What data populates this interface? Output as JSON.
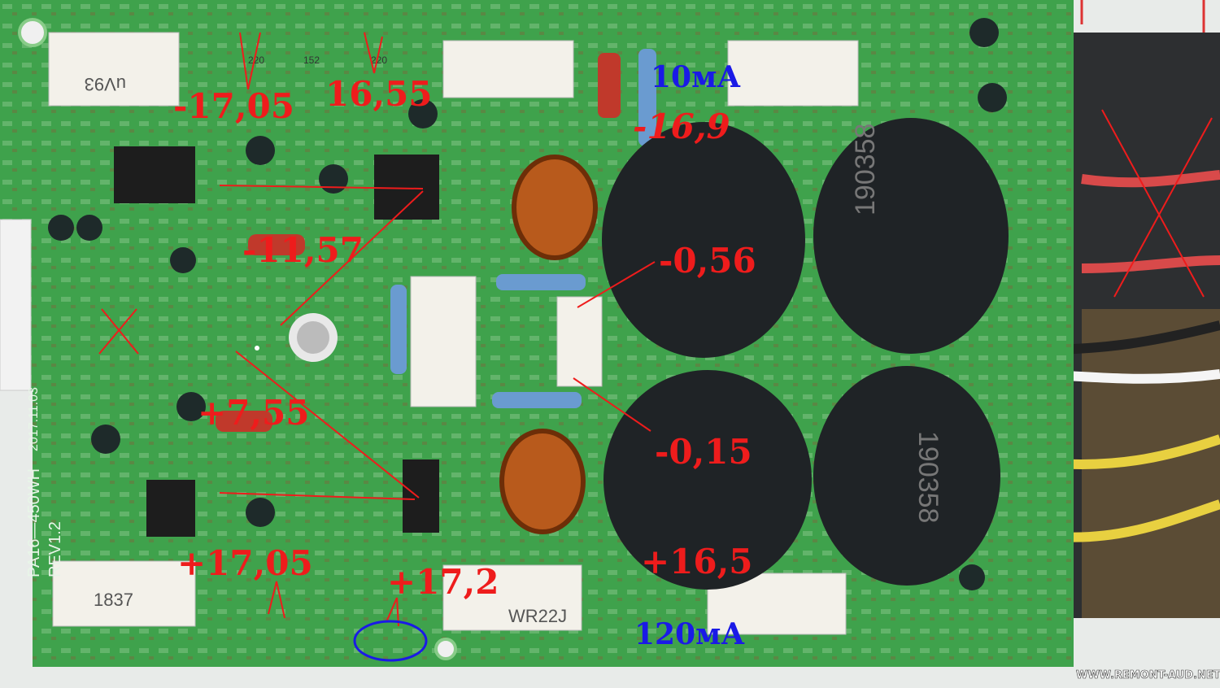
{
  "photo": {
    "subject": "amplifier-pcb",
    "board_silkscreen": {
      "model": "PA16—450WH",
      "revision": "REV1.2",
      "date": "2017.11.03"
    },
    "component_markings": [
      "uV93",
      "1837",
      "WR22J",
      "190358",
      "190358",
      "220",
      "152",
      "220"
    ],
    "watermark": "WWW.REMONT-AUD.NET"
  },
  "annotations": {
    "voltages": [
      {
        "label": "-17,05",
        "color": "#ee1c1c"
      },
      {
        "label": "16,55",
        "color": "#ee1c1c"
      },
      {
        "label": "-16,9",
        "color": "#ee1c1c"
      },
      {
        "label": "-11,57",
        "color": "#ee1c1c"
      },
      {
        "label": "-0,56",
        "color": "#ee1c1c"
      },
      {
        "label": "+7,55",
        "color": "#ee1c1c"
      },
      {
        "label": "-0,15",
        "color": "#ee1c1c"
      },
      {
        "label": "+17,05",
        "color": "#ee1c1c"
      },
      {
        "label": "+17,2",
        "color": "#ee1c1c"
      },
      {
        "label": "+16,5",
        "color": "#ee1c1c"
      }
    ],
    "currents": [
      {
        "label": "10мА",
        "color": "#1a1ae6"
      },
      {
        "label": "120мА",
        "color": "#1a1ae6"
      }
    ]
  }
}
